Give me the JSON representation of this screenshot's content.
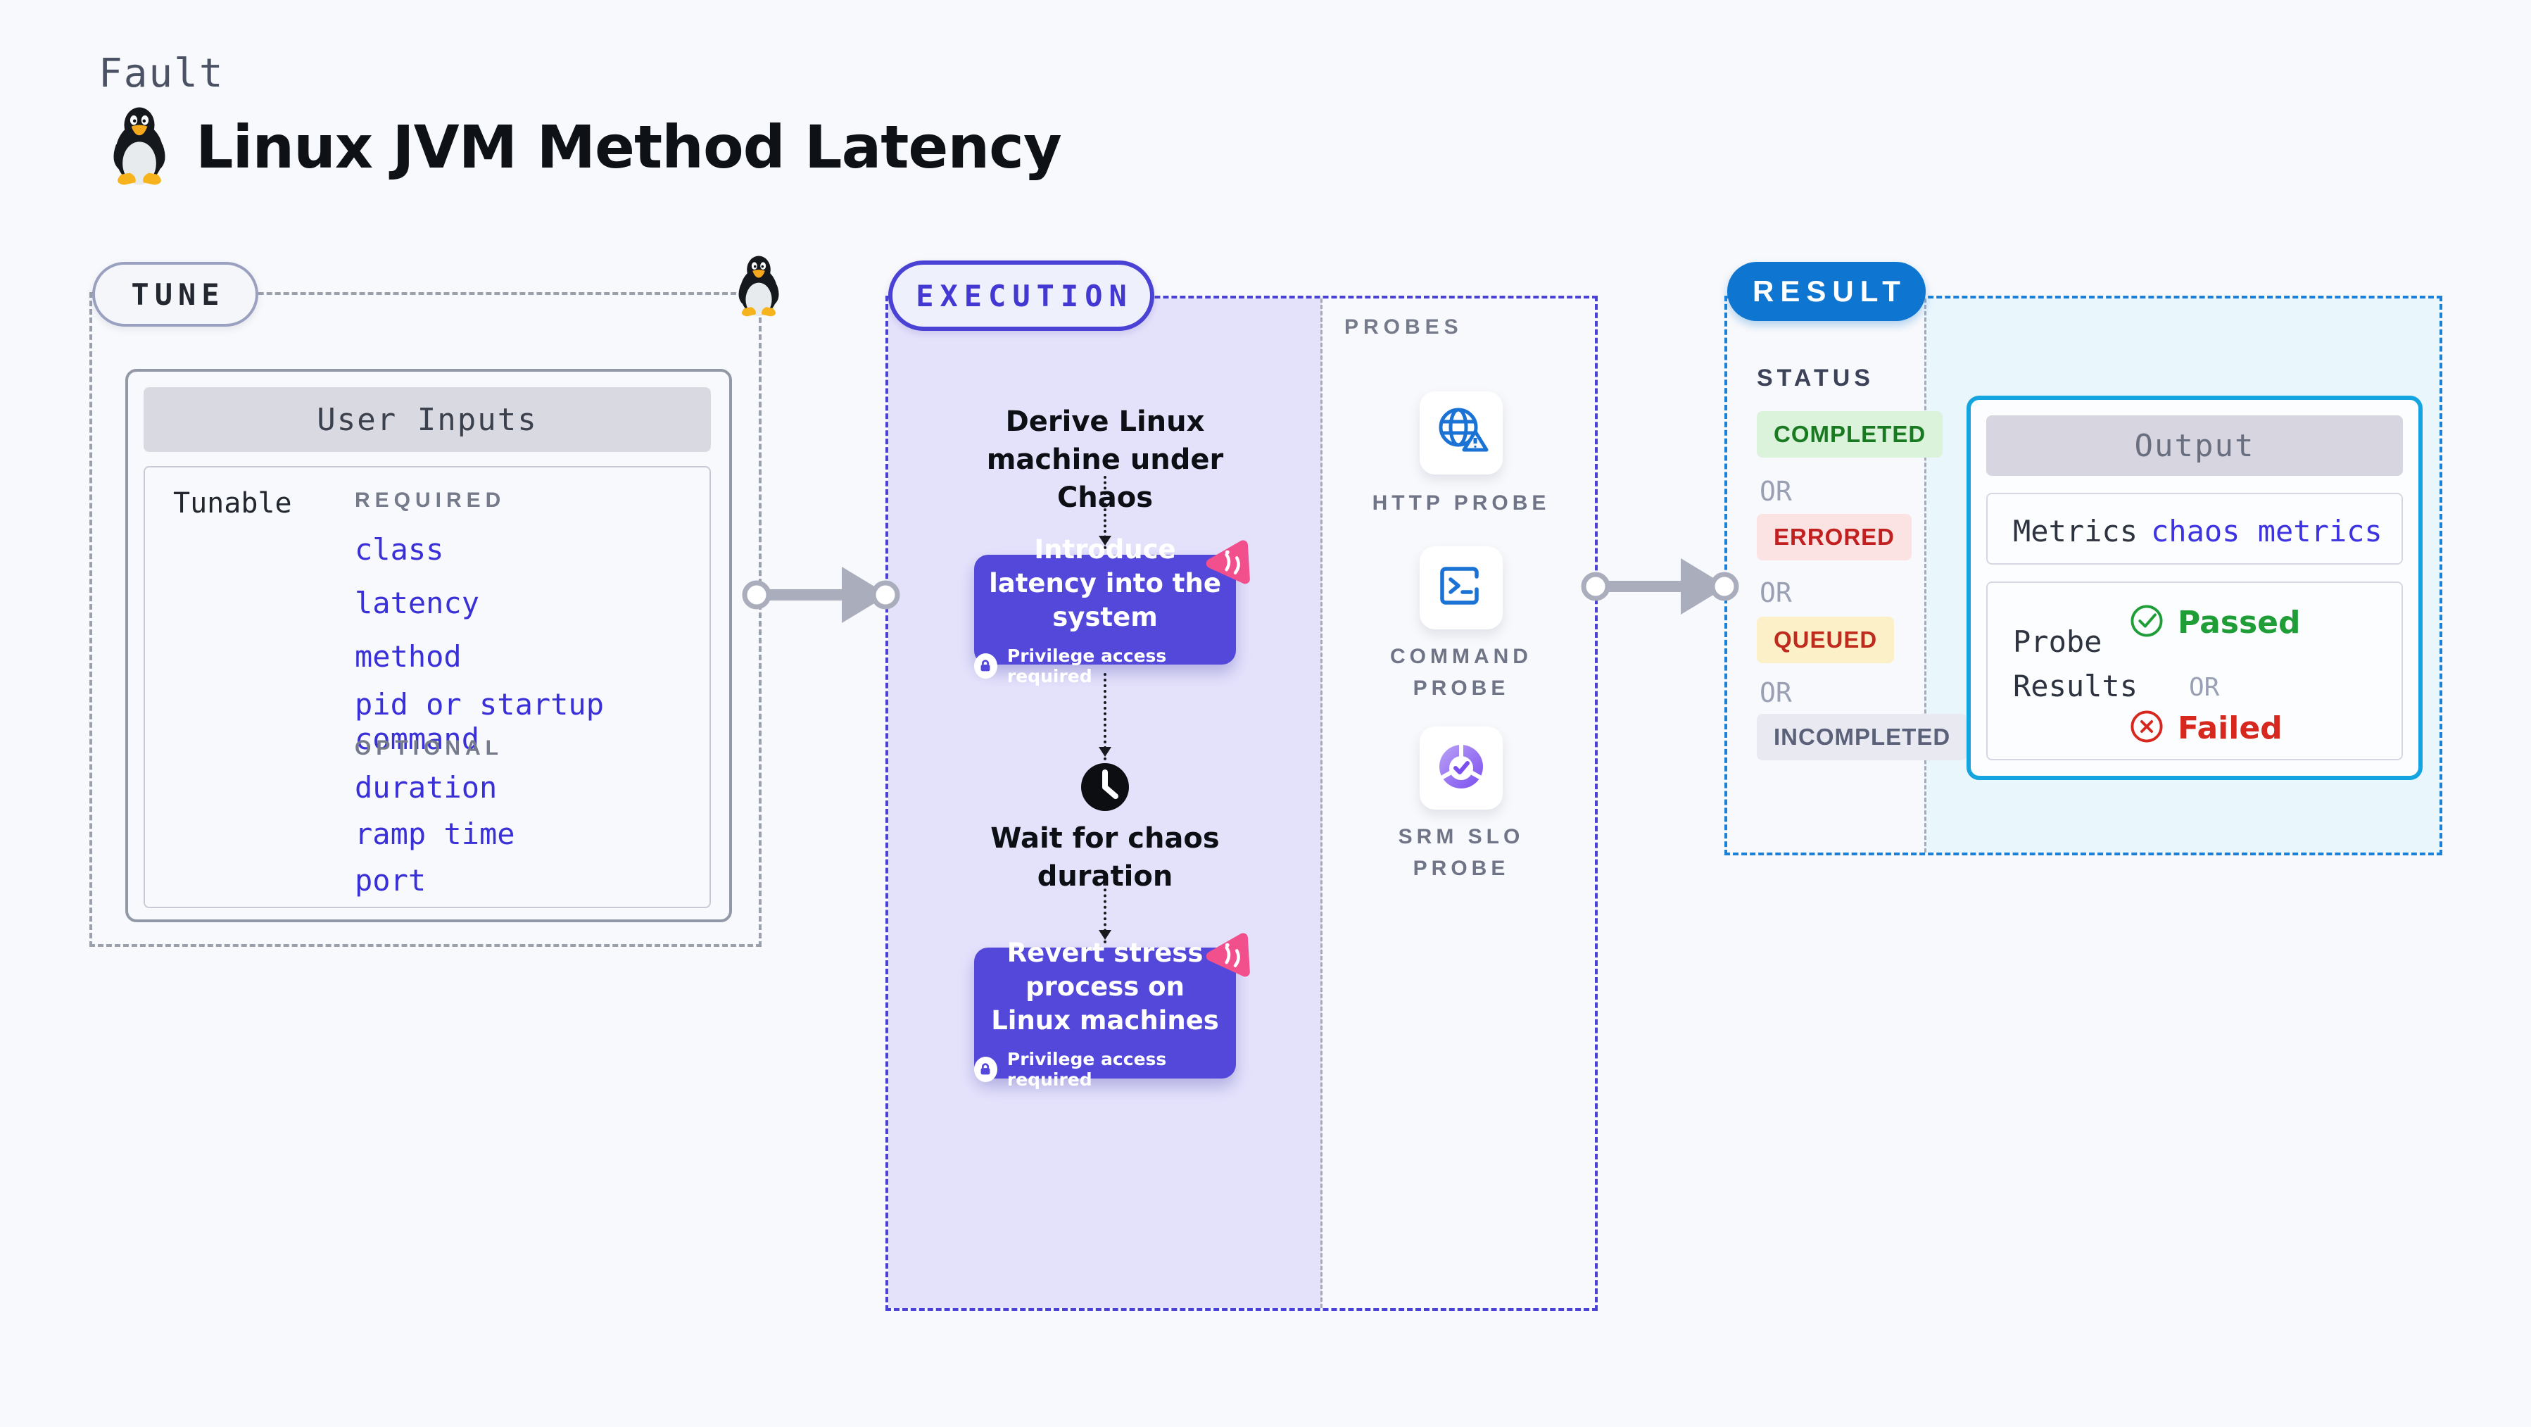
{
  "header": {
    "fault_label": "Fault",
    "title": "Linux JVM Method Latency"
  },
  "tune": {
    "pill": "TUNE",
    "card_title": "User Inputs",
    "tunable_label": "Tunable",
    "required_label": "REQUIRED",
    "required_items": [
      "class",
      "latency",
      "method",
      "pid or startup command"
    ],
    "optional_label": "OPTIONAL",
    "optional_items": [
      "duration",
      "ramp time",
      "port"
    ]
  },
  "execution": {
    "pill": "EXECUTION",
    "step_derive": "Derive Linux machine under Chaos",
    "step_introduce": "Introduce latency into the system",
    "privilege_note": "Privilege access required",
    "step_wait": "Wait for chaos duration",
    "step_revert": "Revert stress process on Linux machines"
  },
  "probes": {
    "label": "PROBES",
    "items": [
      {
        "label": "HTTP PROBE",
        "icon": "globe-alert-icon"
      },
      {
        "label": "COMMAND PROBE",
        "icon": "terminal-icon"
      },
      {
        "label": "SRM SLO PROBE",
        "icon": "slo-donut-check-icon"
      }
    ]
  },
  "result": {
    "pill": "RESULT",
    "status_label": "STATUS",
    "or_label": "OR",
    "statuses": [
      {
        "label": "COMPLETED",
        "type": "success"
      },
      {
        "label": "ERRORED",
        "type": "error"
      },
      {
        "label": "QUEUED",
        "type": "warning"
      },
      {
        "label": "INCOMPLETED",
        "type": "neutral"
      }
    ],
    "output": {
      "title": "Output",
      "metrics_label": "Metrics",
      "metrics_value": "chaos metrics",
      "probe_results_label": "Probe Results",
      "passed_label": "Passed",
      "failed_label": "Failed"
    }
  },
  "colors": {
    "accent_indigo": "#5348d9",
    "accent_blue": "#0e76d1",
    "accent_cyan": "#14a5e0",
    "lavender_bg": "#e4e2fb",
    "pink_logo": "#f2508c",
    "probe_icon_blue": "#1a73d4",
    "success_green": "#1f9e38",
    "fail_red": "#d6281e"
  }
}
